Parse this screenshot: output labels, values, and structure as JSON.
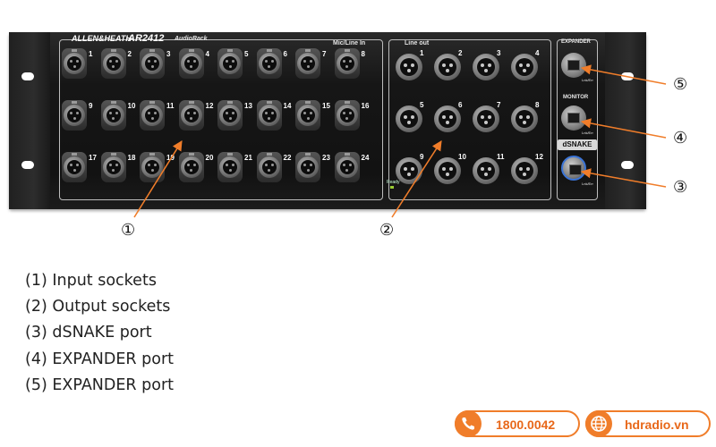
{
  "device": {
    "brand": "ALLEN&HEATH",
    "model": "AR2412",
    "series": "AudioRack",
    "input_label": "Mic/Line In",
    "output_label": "Line out",
    "expander_label": "EXPANDER",
    "monitor_label": "MONITOR",
    "dsnake_label": "dSNAKE",
    "ready_label": "Ready",
    "link_label": "Lnk/Err",
    "input_numbers": [
      "1",
      "2",
      "3",
      "4",
      "5",
      "6",
      "7",
      "8",
      "9",
      "10",
      "11",
      "12",
      "13",
      "14",
      "15",
      "16",
      "17",
      "18",
      "19",
      "20",
      "21",
      "22",
      "23",
      "24"
    ],
    "output_numbers": [
      "1",
      "2",
      "3",
      "4",
      "5",
      "6",
      "7",
      "8",
      "9",
      "10",
      "11",
      "12"
    ]
  },
  "callouts": [
    "①",
    "②",
    "③",
    "④",
    "⑤"
  ],
  "legend": [
    "(1) Input sockets",
    "(2) Output sockets",
    "(3) dSNAKE port",
    "(4) EXPANDER port",
    "(5) EXPANDER port"
  ],
  "contact": {
    "phone": "1800.0042",
    "website": "hdradio.vn",
    "phone_icon": "phone-icon",
    "web_icon": "globe-icon",
    "accent_color": "#f07d2a"
  }
}
